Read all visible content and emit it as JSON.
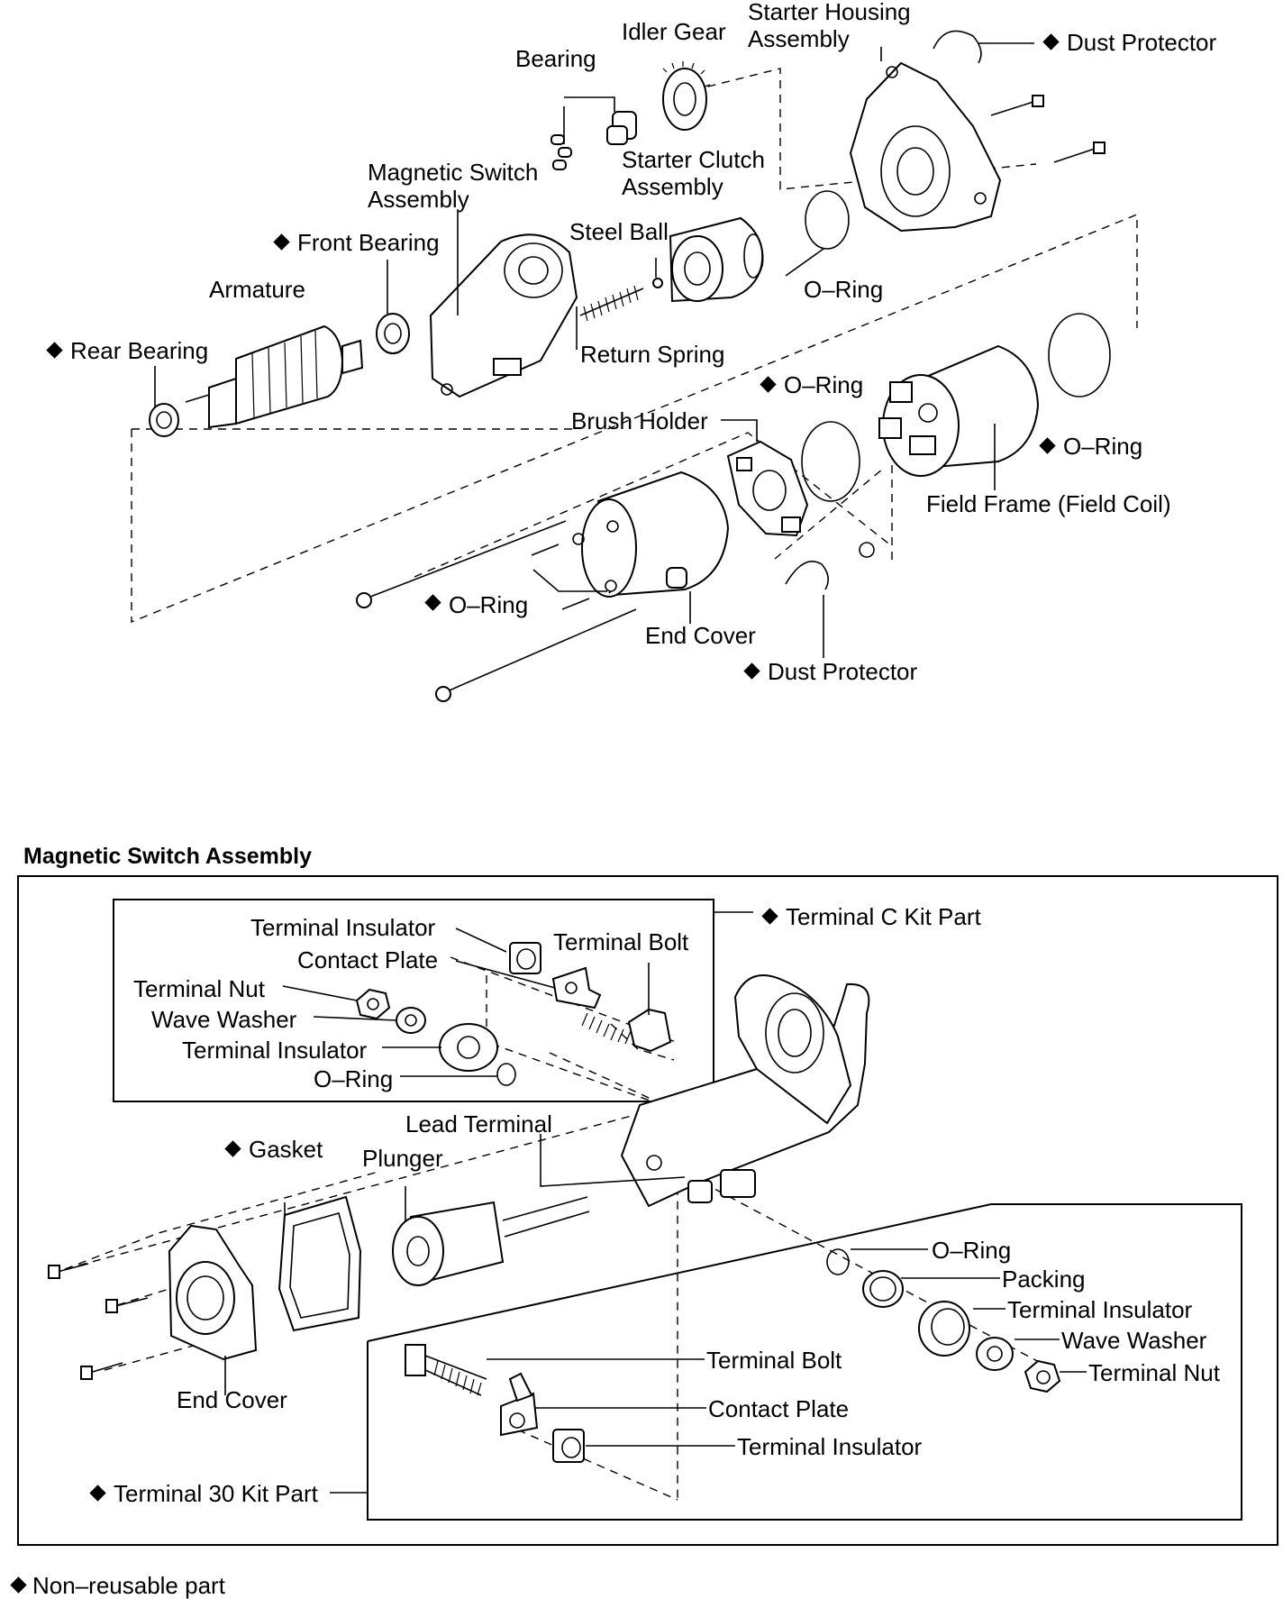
{
  "diamond_symbol": "◆",
  "upper": {
    "bearing": "Bearing",
    "idler_gear": "Idler Gear",
    "starter_housing_line1": "Starter Housing",
    "starter_housing_line2": "Assembly",
    "dust_protector_top": "Dust Protector",
    "starter_clutch_line1": "Starter Clutch",
    "starter_clutch_line2": "Assembly",
    "magnetic_switch_line1": "Magnetic Switch",
    "magnetic_switch_line2": "Assembly",
    "front_bearing": "Front Bearing",
    "steel_ball": "Steel Ball",
    "o_ring_housing": "O–Ring",
    "armature": "Armature",
    "return_spring": "Return Spring",
    "rear_bearing": "Rear Bearing",
    "o_ring_brush": "O–Ring",
    "brush_holder": "Brush Holder",
    "o_ring_field": "O–Ring",
    "field_frame": "Field Frame (Field Coil)",
    "o_ring_bolts": "O–Ring",
    "end_cover": "End Cover",
    "dust_protector_bottom": "Dust Protector"
  },
  "lower": {
    "section_title": "Magnetic Switch Assembly",
    "terminal_c_kit": "Terminal C Kit Part",
    "terminal_insulator_1": "Terminal Insulator",
    "terminal_bolt_c": "Terminal Bolt",
    "contact_plate_c": "Contact Plate",
    "terminal_nut_c": "Terminal Nut",
    "wave_washer_c": "Wave Washer",
    "terminal_insulator_2": "Terminal Insulator",
    "o_ring_c": "O–Ring",
    "lead_terminal": "Lead Terminal",
    "gasket": "Gasket",
    "plunger": "Plunger",
    "o_ring_30": "O–Ring",
    "packing": "Packing",
    "terminal_insulator_30": "Terminal Insulator",
    "wave_washer_30": "Wave Washer",
    "terminal_nut_30": "Terminal Nut",
    "terminal_bolt_30": "Terminal Bolt",
    "end_cover": "End Cover",
    "contact_plate_30": "Contact Plate",
    "terminal_insulator_30b": "Terminal Insulator",
    "terminal_30_kit": "Terminal 30 Kit Part"
  },
  "legend": {
    "non_reusable": "Non–reusable part"
  }
}
